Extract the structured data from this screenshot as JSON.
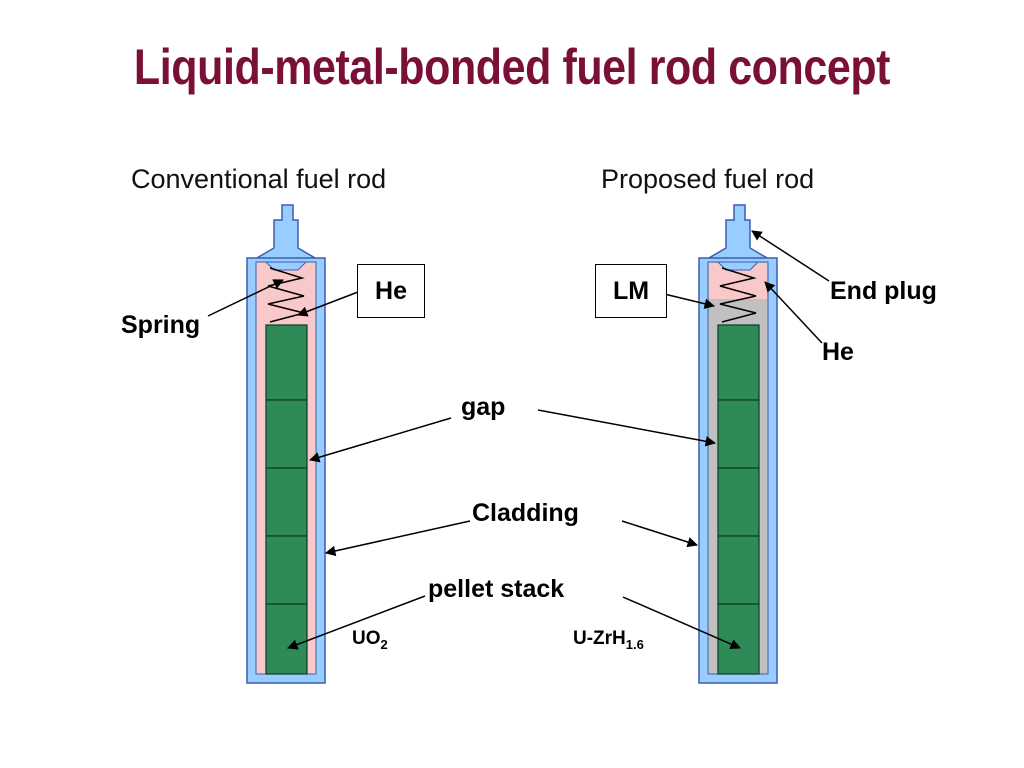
{
  "title": "Liquid-metal-bonded fuel rod concept",
  "conventional": {
    "heading": "Conventional fuel rod",
    "he_box": "He",
    "spring_label": "Spring",
    "fuel_main": "UO",
    "fuel_sub": "2"
  },
  "proposed": {
    "heading": "Proposed fuel rod",
    "lm_box": "LM",
    "end_plug_label": "End plug",
    "he_label": "He",
    "fuel_main": "U-ZrH",
    "fuel_sub": "1.6"
  },
  "shared_labels": {
    "gap": "gap",
    "cladding": "Cladding",
    "pellet_stack": "pellet stack"
  },
  "colors": {
    "title": "#7a1038",
    "cladding": "#99ccff",
    "helium": "#f9c9c9",
    "liquid_metal": "#c0c0c0",
    "pellet": "#2e8b57"
  }
}
